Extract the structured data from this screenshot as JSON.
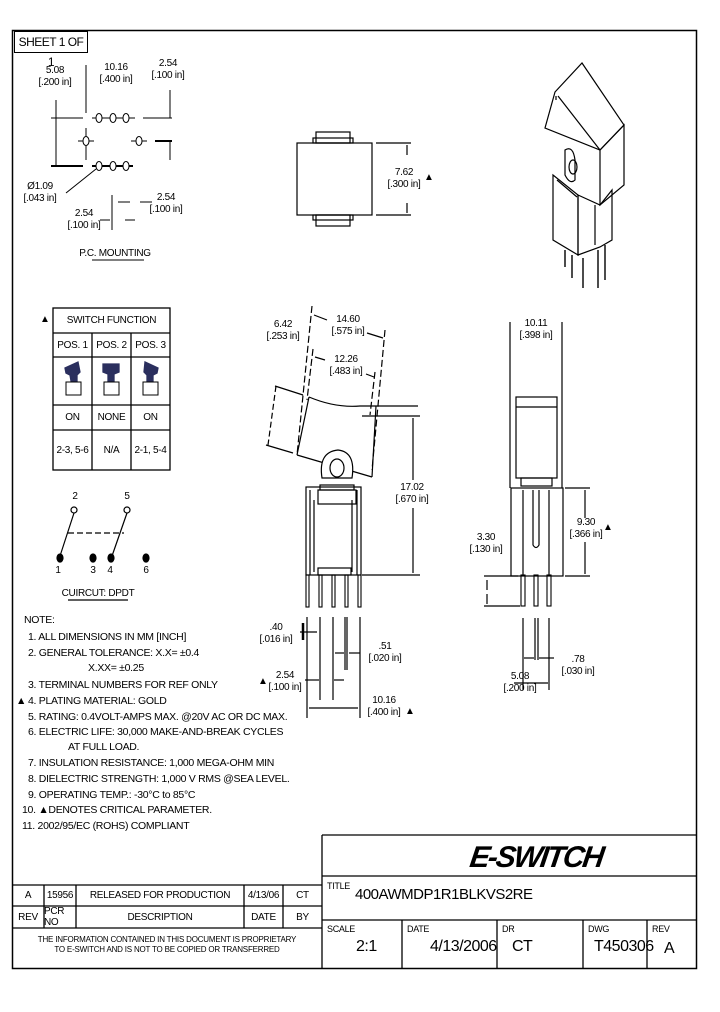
{
  "sheet": "SHEET 1 OF 1",
  "pc_mounting": {
    "title": "P.C. MOUNTING",
    "dims": [
      {
        "mm": "5.08",
        "in": "[.200 in]"
      },
      {
        "mm": "10.16",
        "in": "[.400 in]"
      },
      {
        "mm": "2.54",
        "in": "[.100 in]"
      },
      {
        "mm": "Ø1.09",
        "in": "[.043 in]"
      },
      {
        "mm": "2.54",
        "in": "[.100 in]"
      },
      {
        "mm": "2.54",
        "in": "[.100 in]"
      }
    ]
  },
  "top_view": {
    "dims": [
      {
        "mm": "7.62",
        "in": "[.300 in]"
      }
    ]
  },
  "side_view": {
    "dims": [
      {
        "mm": "6.42",
        "in": "[.253 in]"
      },
      {
        "mm": "14.60",
        "in": "[.575 in]"
      },
      {
        "mm": "12.26",
        "in": "[.483 in]"
      },
      {
        "mm": "17.02",
        "in": "[.670 in]"
      },
      {
        "mm": ".40",
        "in": "[.016 in]"
      },
      {
        "mm": ".51",
        "in": "[.020 in]"
      },
      {
        "mm": "2.54",
        "in": "[.100 in]"
      },
      {
        "mm": "10.16",
        "in": "[.400 in]"
      }
    ]
  },
  "front_view": {
    "dims": [
      {
        "mm": "10.11",
        "in": "[.398 in]"
      },
      {
        "mm": "9.30",
        "in": "[.366 in]"
      },
      {
        "mm": "3.30",
        "in": "[.130 in]"
      },
      {
        "mm": ".78",
        "in": "[.030 in]"
      },
      {
        "mm": "5.08",
        "in": "[.200 in]"
      }
    ]
  },
  "critical_mark": "▲",
  "switch_function": {
    "title": "SWITCH FUNCTION",
    "positions": [
      "POS. 1",
      "POS. 2",
      "POS. 3"
    ],
    "states": [
      "ON",
      "NONE",
      "ON"
    ],
    "connections": [
      "2-3, 5-6",
      "N/A",
      "2-1, 5-4"
    ],
    "actuator_color": "#2b2f5e"
  },
  "circuit": {
    "title": "CUIRCUT: DPDT",
    "terminals": [
      "2",
      "5",
      "1",
      "3",
      "4",
      "6"
    ]
  },
  "notes": {
    "heading": "NOTE:",
    "items": [
      "1. ALL DIMENSIONS IN MM [INCH]",
      "2. GENERAL TOLERANCE: X.X= ±0.4",
      "X.XX= ±0.25",
      "3. TERMINAL NUMBERS FOR REF ONLY",
      "4. PLATING MATERIAL: GOLD",
      "5. RATING: 0.4VOLT-AMPS MAX. @20V AC OR DC MAX.",
      "6. ELECTRIC LIFE: 30,000 MAKE-AND-BREAK CYCLES",
      "AT FULL LOAD.",
      "7. INSULATION RESISTANCE: 1,000 MEGA-OHM MIN",
      "8. DIELECTRIC STRENGTH: 1,000 V RMS @SEA LEVEL.",
      "9. OPERATING TEMP.: -30°C to 85°C",
      "10. ▲DENOTES CRITICAL PARAMETER.",
      "11. 2002/95/EC (ROHS) COMPLIANT"
    ]
  },
  "revision_table": {
    "row": {
      "rev": "A",
      "pcr_no": "15956",
      "description": "RELEASED FOR PRODUCTION",
      "date": "4/13/06",
      "by": "CT"
    },
    "headers": {
      "rev": "REV",
      "pcr_no": "PCR NO",
      "description": "DESCRIPTION",
      "date": "DATE",
      "by": "BY"
    },
    "proprietary_1": "THE INFORMATION CONTAINED IN THIS DOCUMENT IS PROPRIETARY",
    "proprietary_2": "TO E-SWITCH AND IS NOT TO BE COPIED OR TRANSFERRED"
  },
  "title_block": {
    "logo": "E-SWITCH",
    "title_label": "TITLE",
    "title": "400AWMDP1R1BLKVS2RE",
    "scale_label": "SCALE",
    "scale": "2:1",
    "date_label": "DATE",
    "date": "4/13/2006",
    "dr_label": "DR",
    "dr": "CT",
    "dwg_label": "DWG",
    "dwg": "T450306",
    "rev_label": "REV",
    "rev": "A"
  }
}
